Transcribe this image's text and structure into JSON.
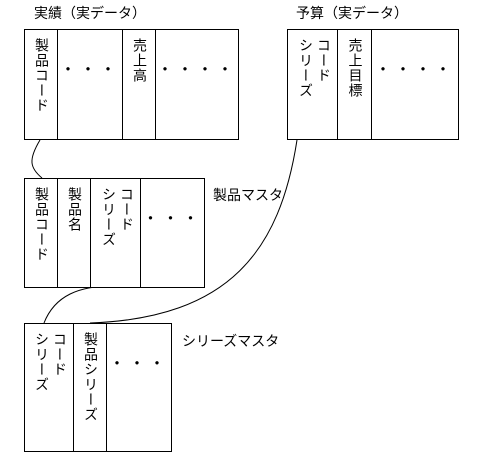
{
  "tables": {
    "actuals": {
      "title": "実績（実データ）",
      "cols": [
        {
          "label": "製品コード"
        },
        {
          "label": "・・・"
        },
        {
          "label": "売上高"
        },
        {
          "label": "・・・・"
        }
      ]
    },
    "budget": {
      "title": "予算（実データ）",
      "cols": [
        {
          "label_lines": [
            "コード",
            "シリーズ"
          ]
        },
        {
          "label": "売上目標"
        },
        {
          "label": "・・・・"
        }
      ]
    },
    "product_master": {
      "title": "製品マスタ",
      "cols": [
        {
          "label": "製品コード"
        },
        {
          "label": "製品名"
        },
        {
          "label_lines": [
            "コード",
            "シリーズ"
          ]
        },
        {
          "label": "・・・"
        }
      ]
    },
    "series_master": {
      "title": "シリーズマスタ",
      "cols": [
        {
          "label_lines": [
            "コード",
            "シリーズ"
          ]
        },
        {
          "label": "製品シリーズ"
        },
        {
          "label": "・・・"
        }
      ]
    }
  }
}
